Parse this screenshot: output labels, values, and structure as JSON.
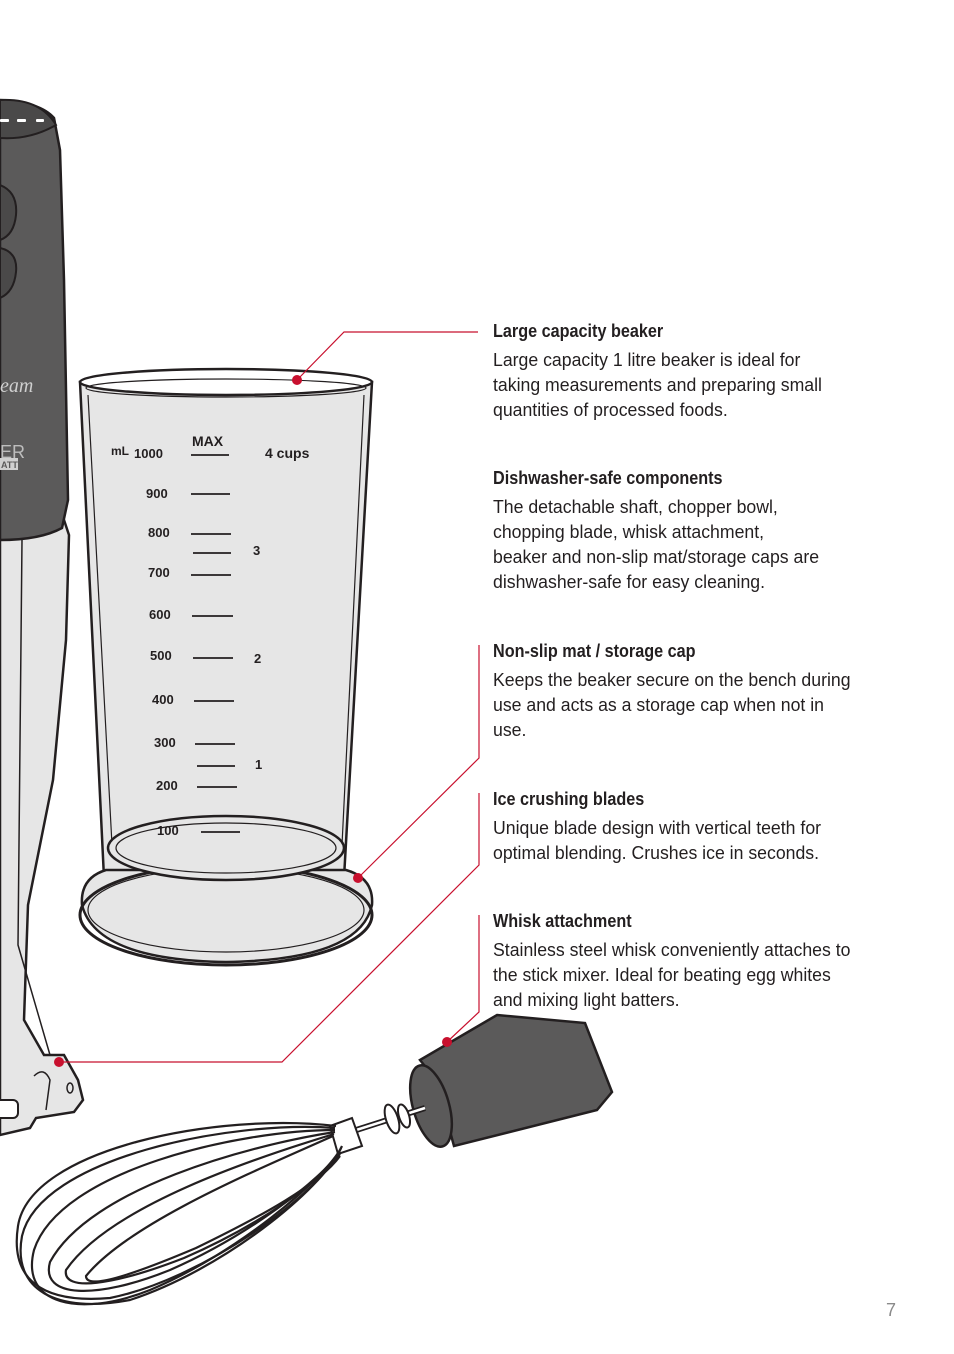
{
  "features": [
    {
      "title": "Large capacity beaker",
      "lines": [
        "Large capacity 1 litre beaker is ideal for",
        "taking measurements and preparing small",
        "quantities of processed foods."
      ]
    },
    {
      "title": "Dishwasher-safe components",
      "lines": [
        "The detachable shaft, chopper bowl,",
        "chopping blade, whisk attachment,",
        "beaker and non-slip mat/storage caps are",
        "dishwasher-safe for easy cleaning."
      ]
    },
    {
      "title": "Non-slip mat / storage cap",
      "lines": [
        "Keeps the beaker secure on the bench during",
        "use and acts as a storage cap when not in",
        "use."
      ]
    },
    {
      "title": "Ice crushing blades",
      "lines": [
        "Unique blade design with vertical teeth for",
        "optimal blending. Crushes ice in seconds."
      ]
    },
    {
      "title": "Whisk attachment",
      "lines": [
        "Stainless steel whisk conveniently attaches to",
        "the stick mixer. Ideal for beating egg whites",
        "and mixing light batters."
      ]
    }
  ],
  "beaker_scale": {
    "unit_label": "mL",
    "max_label": "MAX",
    "ml_marks": [
      "1000",
      "900",
      "800",
      "700",
      "600",
      "500",
      "400",
      "300",
      "200",
      "100"
    ],
    "cups_label": "4 cups",
    "cup_marks": [
      "3",
      "2",
      "1"
    ]
  },
  "mixer_body": {
    "brand_fragment": "eam",
    "model_fragment": "ER",
    "badge_fragment": "ATT"
  },
  "page_number": "7",
  "colors": {
    "callout_red": "#c8102e",
    "mixer_dark": "#5b5a5a",
    "beaker_gray": "#e6e6e6",
    "text": "#231f20"
  }
}
